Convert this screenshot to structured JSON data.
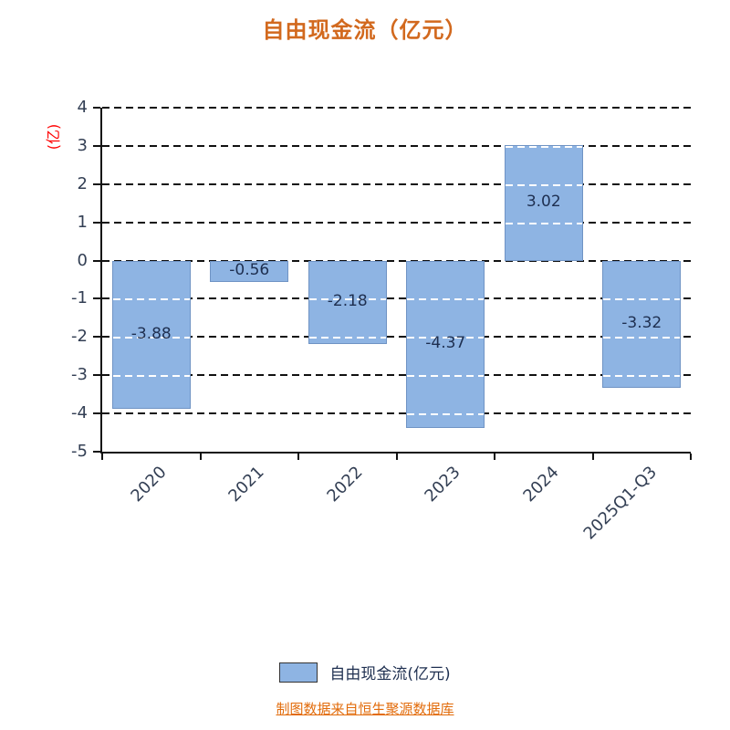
{
  "title": "自由现金流（亿元）",
  "y_axis_unit_label": "(亿)",
  "legend": {
    "label": "自由现金流(亿元)",
    "swatch_color": "#8EB4E3"
  },
  "footer": "制图数据来自恒生聚源数据库",
  "colors": {
    "bar": "#8EB4E3",
    "bar_border": "#6F93C4",
    "title": "#D2691E",
    "footer": "#E26B0A",
    "y_axis_unit_label": "#FF0000",
    "value_label": "#1E2F50",
    "tick_label": "#333F54",
    "gridline": "#111111"
  },
  "chart_data": {
    "type": "bar",
    "categories": [
      "2020",
      "2021",
      "2022",
      "2023",
      "2024",
      "2025Q1-Q3"
    ],
    "values": [
      -3.88,
      -0.56,
      -2.18,
      -4.37,
      3.02,
      -3.32
    ],
    "value_labels": [
      "-3.88",
      "-0.56",
      "-2.18",
      "-4.37",
      "3.02",
      "-3.32"
    ],
    "title": "自由现金流（亿元）",
    "xlabel": "",
    "ylabel": "(亿)",
    "ylim": [
      -5,
      4
    ],
    "yticks": [
      4,
      3,
      2,
      1,
      0,
      -1,
      -2,
      -3,
      -4,
      -5
    ],
    "grid": "dashed-horizontal",
    "legend_position": "bottom"
  }
}
